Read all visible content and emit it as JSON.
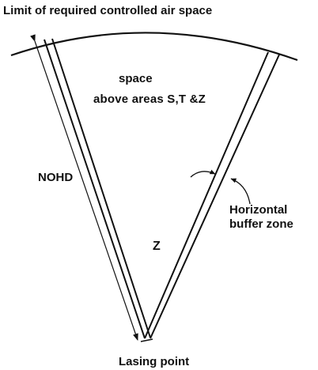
{
  "labels": {
    "title": "Limit of required controlled air space",
    "space": "space",
    "above_areas": "above areas S,T &Z",
    "nohd": "NOHD",
    "horizontal": "Horizontal",
    "buffer_zone": "buffer zone",
    "zone_z": "Z",
    "lasing_point": "Lasing point"
  },
  "colors": {
    "ink": "#111111",
    "background": "#ffffff"
  }
}
